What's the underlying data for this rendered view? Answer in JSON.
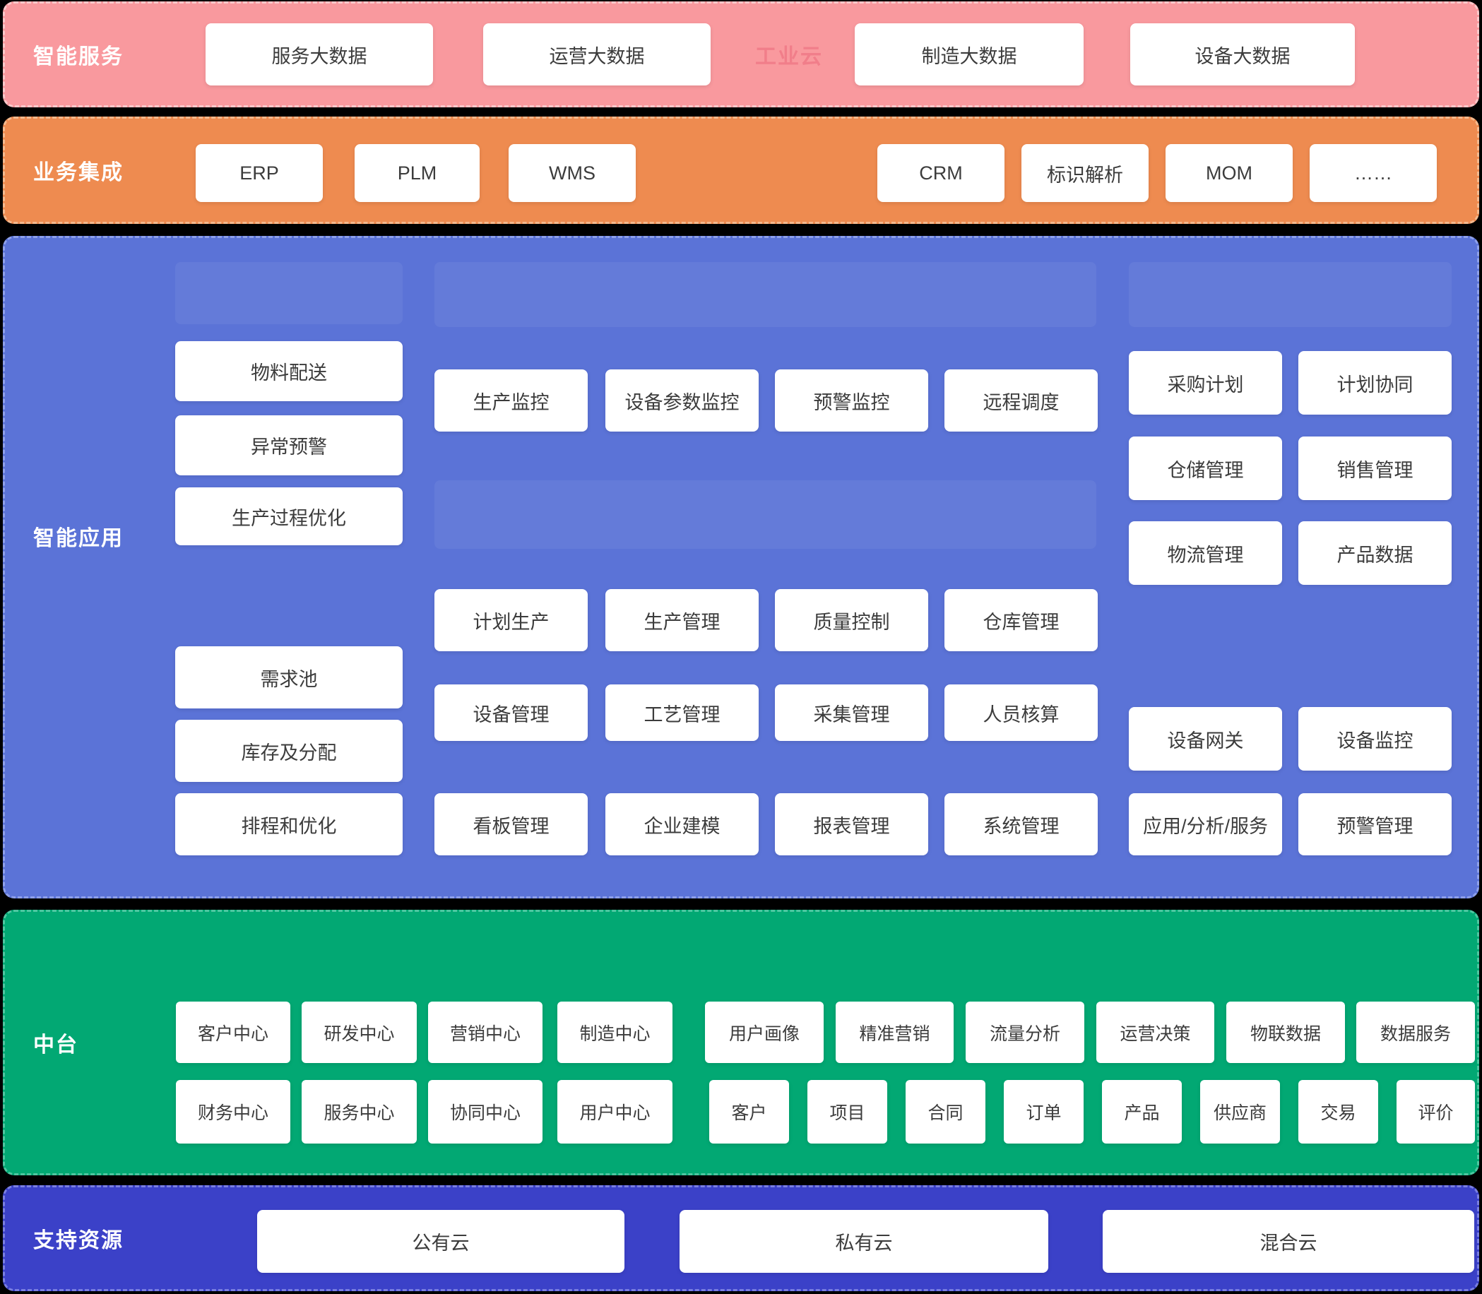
{
  "colors": {
    "background": "#000000",
    "services_band": "#F9999E",
    "integration_band": "#EE8B50",
    "apps_band": "#5B73D7",
    "platform_band": "#02A873",
    "resources_band": "#3B41C8",
    "card_background": "#FFFFFF",
    "card_text": "#3C3C3C",
    "watermark_text": "#F17E8A"
  },
  "services": {
    "label": "智能服务",
    "watermark": "工业云",
    "boxes": [
      "服务大数据",
      "运营大数据",
      "制造大数据",
      "设备大数据"
    ]
  },
  "integration": {
    "label": "业务集成",
    "boxes": [
      "ERP",
      "PLM",
      "WMS",
      "CRM",
      "标识解析",
      "MOM",
      "……"
    ]
  },
  "apps": {
    "label": "智能应用",
    "left": [
      "物料配送",
      "异常预警",
      "生产过程优化",
      "需求池",
      "库存及分配",
      "排程和优化"
    ],
    "mid": [
      "生产监控",
      "设备参数监控",
      "预警监控",
      "远程调度",
      "计划生产",
      "生产管理",
      "质量控制",
      "仓库管理",
      "设备管理",
      "工艺管理",
      "采集管理",
      "人员核算",
      "看板管理",
      "企业建模",
      "报表管理",
      "系统管理"
    ],
    "right": [
      "采购计划",
      "计划协同",
      "仓储管理",
      "销售管理",
      "物流管理",
      "产品数据",
      "设备网关",
      "设备监控",
      "应用/分析/服务",
      "预警管理"
    ]
  },
  "platform": {
    "label": "中台",
    "row1": [
      "客户中心",
      "研发中心",
      "营销中心",
      "制造中心",
      "用户画像",
      "精准营销",
      "流量分析",
      "运营决策",
      "物联数据",
      "数据服务"
    ],
    "row2": [
      "财务中心",
      "服务中心",
      "协同中心",
      "用户中心",
      "客户",
      "项目",
      "合同",
      "订单",
      "产品",
      "供应商",
      "交易",
      "评价"
    ]
  },
  "resources": {
    "label": "支持资源",
    "boxes": [
      "公有云",
      "私有云",
      "混合云"
    ]
  }
}
